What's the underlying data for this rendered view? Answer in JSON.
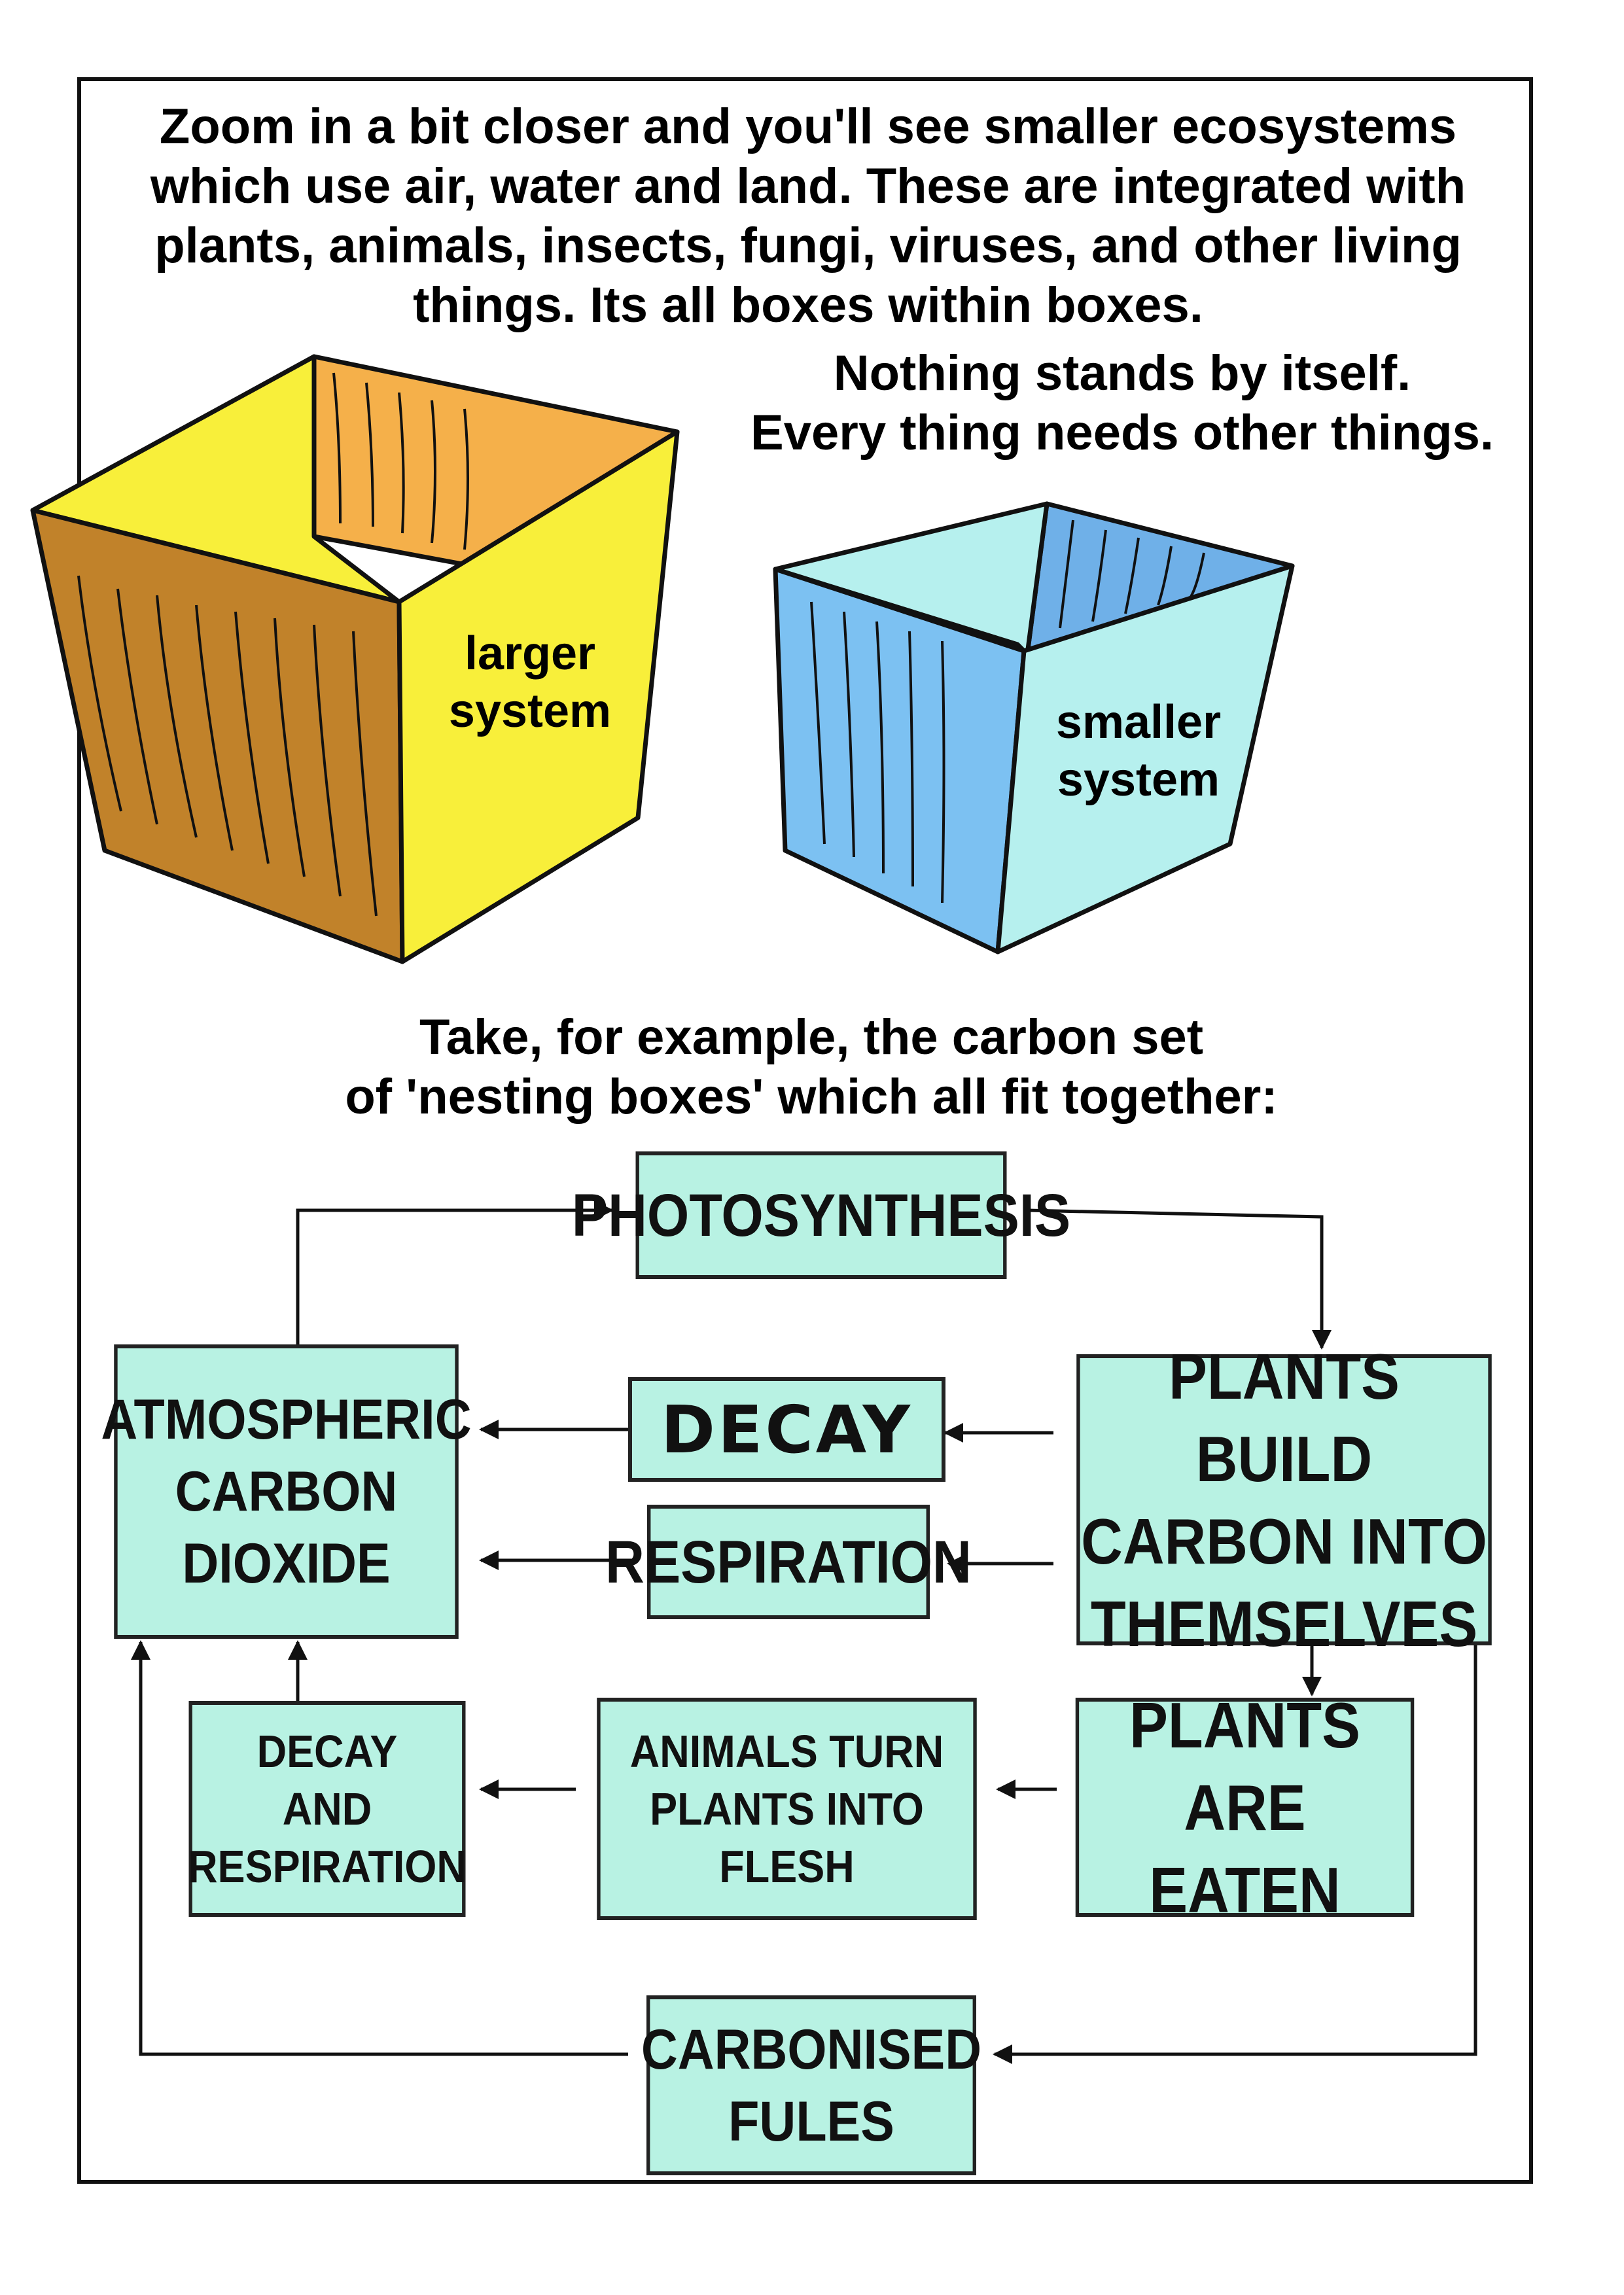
{
  "intro_text": "Zoom in a bit closer and you'll see smaller ecosystems which use air, water and land. These are integrated with plants, animals, insects, fungi, viruses, and other living things. Its all boxes within boxes.",
  "tagline_line1": "Nothing stands by itself.",
  "tagline_line2": "Every thing needs other things.",
  "larger_box": {
    "label_line1": "larger",
    "label_line2": "system"
  },
  "smaller_box": {
    "label_line1": "smaller",
    "label_line2": "system"
  },
  "example_line1": "Take, for example, the carbon set",
  "example_line2": "of 'nesting boxes' which all fit together:",
  "flow_boxes": {
    "photosynthesis": "PHOTOSYNTHESIS",
    "atmospheric": "ATMOSPHERIC\nCARBON\nDIOXIDE",
    "decay": "DECAY",
    "respiration": "RESPIRATION",
    "plants_build": "PLANTS BUILD\nCARBON INTO\nTHEMSELVES",
    "decay_respiration": "DECAY\nAND\nRESPIRATION",
    "animals_turn": "ANIMALS TURN\nPLANTS INTO\nFLESH",
    "plants_eaten": "PLANTS ARE\nEATEN",
    "carbonised": "CARBONISED\nFULES"
  },
  "colors": {
    "flow_box_fill": "#b8f2e3",
    "larger_front": "#f8ef3a",
    "larger_side": "#c1822a",
    "larger_inner": "#f5b04a",
    "smaller_front": "#b6f0ee",
    "smaller_side": "#7cc1f2",
    "smaller_inner": "#6fb0e8"
  }
}
